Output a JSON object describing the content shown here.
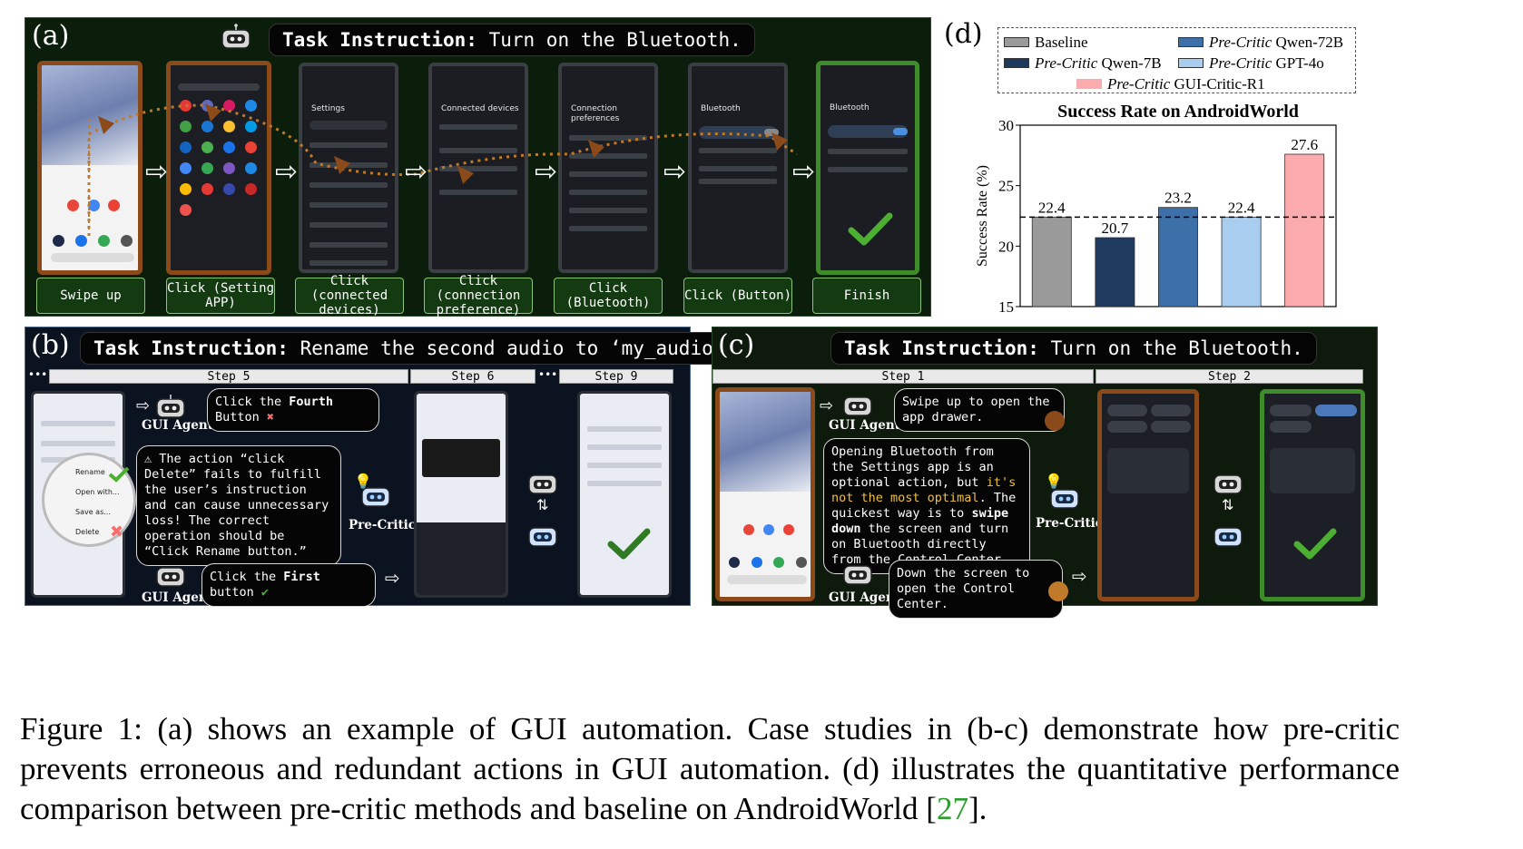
{
  "panel_a": {
    "label": "(a)",
    "task_prefix": "Task Instruction:",
    "task_text": " Turn on the Bluetooth.",
    "steps": [
      "Swipe up",
      "Click (Setting APP)",
      "Click (connected devices)",
      "Click (connection preference)",
      "Click (Bluetooth)",
      "Click (Button)",
      "Finish"
    ],
    "screens": {
      "settings": "Settings",
      "connected": "Connected devices",
      "conn_pref": "Connection preferences",
      "bluetooth": "Bluetooth",
      "bluetooth2": "Bluetooth"
    }
  },
  "panel_b": {
    "label": "(b)",
    "task_prefix": "Task Instruction:",
    "task_text": " Rename the second audio to ‘my_audio’.",
    "steps": [
      "Step 5",
      "Step 6",
      "Step 9"
    ],
    "ellipsis": "•••",
    "bubble_top_prefix": "Click the ",
    "bubble_top_bold": "Fourth",
    "bubble_top_suffix": " Button",
    "bubble_critic": "⚠ The action “click Delete” fails to fulfill the user’s instruction and can cause unnecessary loss! The correct operation should be “Click Rename button.”",
    "bubble_bottom_prefix": "Click the ",
    "bubble_bottom_bold": "First",
    "bubble_bottom_suffix": " button",
    "gui_agent": "GUI Agent",
    "pre_critic": "Pre-Critic",
    "menu": [
      "Rename",
      "Open with...",
      "Save as...",
      "Delete"
    ]
  },
  "panel_c": {
    "label": "(c)",
    "task_prefix": "Task Instruction:",
    "task_text": " Turn on the Bluetooth.",
    "steps": [
      "Step 1",
      "Step 2"
    ],
    "bubble_top": "Swipe up to open the app drawer.",
    "critic_1": "Opening Bluetooth from the Settings app is an optional action, but ",
    "critic_highlight": "it's not the most optimal",
    "critic_2": ". The quickest way is to ",
    "critic_bold": "swipe down",
    "critic_3": " the screen and turn on Bluetooth directly from the ",
    "critic_under": "Control Center",
    "critic_4": ".",
    "bubble_bottom": "Down the screen to open the Control Center.",
    "gui_agent": "GUI Agent",
    "pre_critic": "Pre-Critic"
  },
  "panel_d": {
    "label": "(d)",
    "legend": [
      {
        "name": "Baseline",
        "italic": ""
      },
      {
        "name": " Qwen-72B",
        "italic": "Pre-Critic"
      },
      {
        "name": " Qwen-7B",
        "italic": "Pre-Critic"
      },
      {
        "name": " GPT-4o",
        "italic": "Pre-Critic"
      },
      {
        "name": " GUI-Critic-R1",
        "italic": "Pre-Critic"
      }
    ]
  },
  "chart_data": {
    "type": "bar",
    "title": "Success Rate on AndroidWorld",
    "ylabel": "Success Rate (%)",
    "xlabel": "",
    "categories": [
      "Baseline",
      "Pre-Critic Qwen-7B",
      "Pre-Critic Qwen-72B",
      "Pre-Critic GPT-4o",
      "Pre-Critic GUI-Critic-R1"
    ],
    "values": [
      22.4,
      20.7,
      23.2,
      22.4,
      27.6
    ],
    "colors": [
      "#9a9a9a",
      "#1f3a5f",
      "#3d6fa8",
      "#a9cdee",
      "#fbaaae"
    ],
    "ylim": [
      15,
      30
    ],
    "yticks": [
      15,
      20,
      25,
      30
    ],
    "reference_line": 22.4
  },
  "caption": {
    "text": "Figure 1:   (a) shows an example of GUI automation.  Case studies in (b-c) demonstrate how pre-critic prevents erroneous and redundant actions in GUI automation. (d) illustrates the quantitative performance comparison between pre-critic methods and baseline on AndroidWorld [",
    "cite": "27",
    "end": "]."
  },
  "colors": {
    "panel_a_bg": "#0a1d0a",
    "panel_b_bg": "#0c1320",
    "panel_c_bg": "#0e1a0c",
    "step_green": "#143a12",
    "orange": "#8a4a1a"
  }
}
